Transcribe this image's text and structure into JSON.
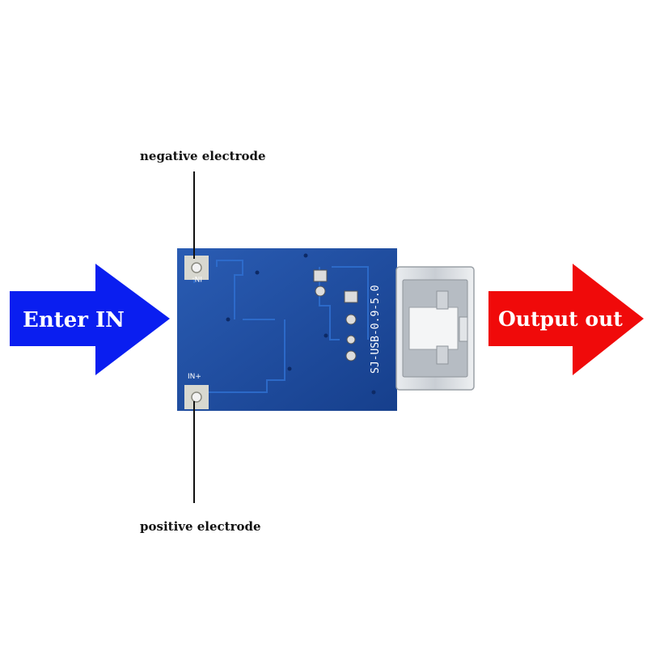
{
  "arrows": {
    "input_label": "Enter IN",
    "output_label": "Output out",
    "input_color": "#0a1ef0",
    "output_color": "#f00a0a"
  },
  "board": {
    "silkscreen_model": "SJ-USB-0.9-5.0",
    "pad_top_mark": "IN-",
    "pad_bottom_mark": "IN+",
    "pcb_color": "#1e4fa0"
  },
  "callouts": {
    "negative": "negative electrode",
    "positive": "positive electrode"
  },
  "connector": {
    "type": "usb-a-female-icon"
  }
}
